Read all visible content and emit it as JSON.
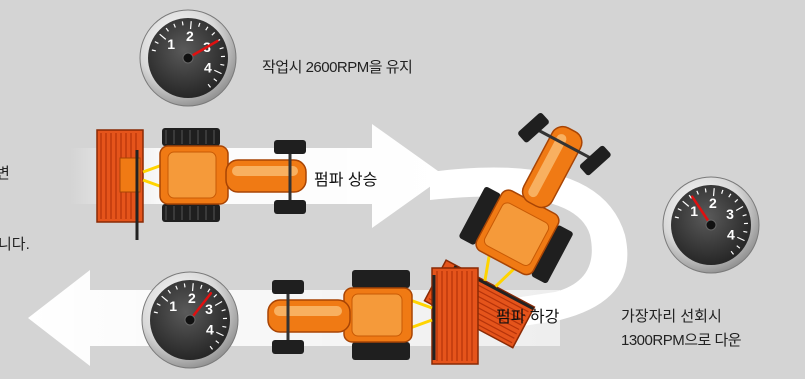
{
  "labels": {
    "top_gauge_caption": "작업시 2600RPM을 유지",
    "pump_up": "펌파 상승",
    "pump_down": "펌파 하강",
    "edge_turn_line1": "가장자리 선회시",
    "edge_turn_line2": "1300RPM으로 다운",
    "cut_left_1": "변",
    "cut_left_2": "니다."
  },
  "gauges": [
    {
      "id": "gauge-top",
      "ticks": [
        "1",
        "2",
        "3",
        "4"
      ],
      "level": 3.0
    },
    {
      "id": "gauge-right",
      "ticks": [
        "1",
        "2",
        "3",
        "4"
      ],
      "level": 1.3
    },
    {
      "id": "gauge-bottom",
      "ticks": [
        "1",
        "2",
        "3",
        "4"
      ],
      "level": 2.6
    }
  ],
  "colors": {
    "background": "#d4d4d4",
    "arrow": "#ffffff",
    "tractor_body": "#f07a14",
    "tractor_dark": "#c85a05",
    "implement": "#e5541b",
    "needle": "#e01010",
    "gauge_face": "#3a3a3a"
  }
}
